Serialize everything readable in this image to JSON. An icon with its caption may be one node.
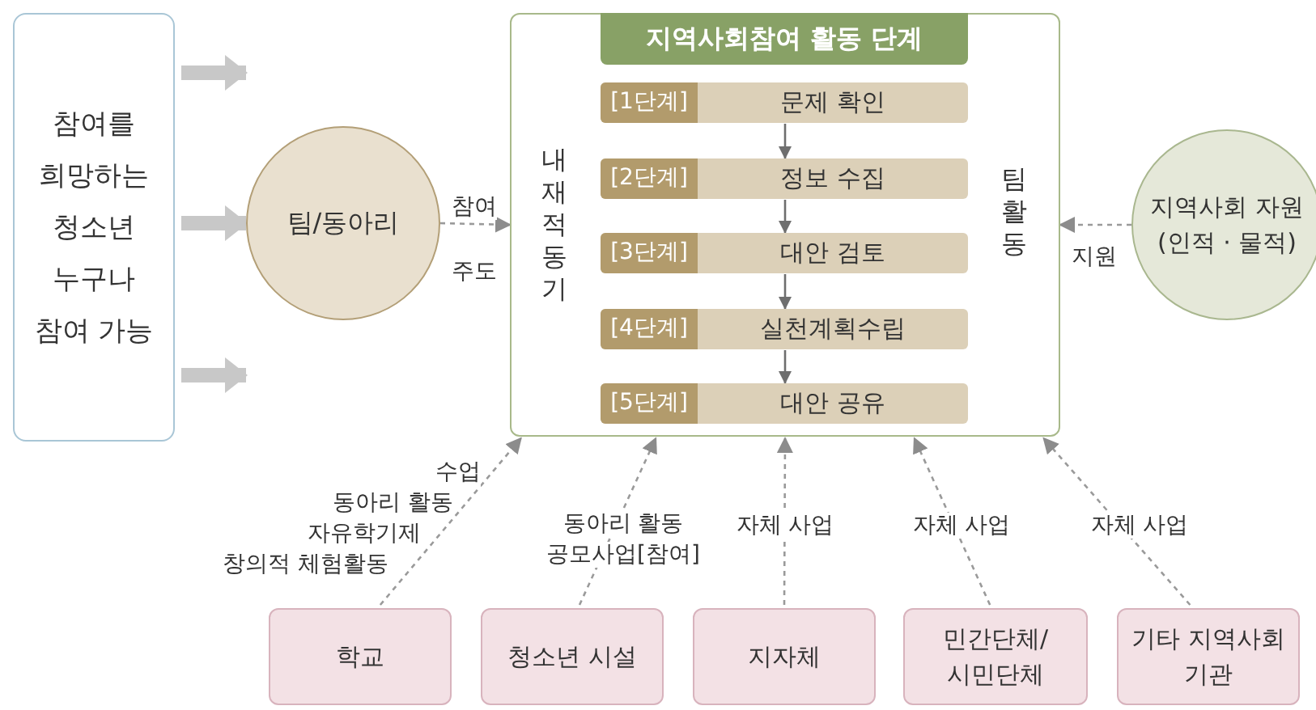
{
  "diagram": {
    "nodes": [
      {
        "text": [
          "참여를 희망하는 청소년 누구나 참여 가능"
        ]
      },
      {
        "text": [
          "팀/동아리"
        ]
      },
      {
        "text": [
          "내재적 동기",
          "팀 활동"
        ]
      },
      {
        "text": [
          "지역사회참여 활동 단계"
        ],
        "in": 2
      },
      {
        "text": [
          "[1단계]",
          "문제 확인"
        ],
        "in": 2
      },
      {
        "text": [
          "[2단계]",
          "정보 수집"
        ],
        "in": 2
      },
      {
        "text": [
          "[3단계]",
          "대안 검토"
        ],
        "in": 2
      },
      {
        "text": [
          "[4단계]",
          "실천계획수립"
        ],
        "in": 2
      },
      {
        "text": [
          "[5단계]",
          "대안 공유"
        ],
        "in": 2
      },
      {
        "text": [
          "지역사회 자원 (인적 · 물적)"
        ]
      },
      {
        "text": [
          "학교"
        ]
      },
      {
        "text": [
          "청소년 시설"
        ]
      },
      {
        "text": [
          "지자체"
        ]
      },
      {
        "text": [
          "민간단체/ 시민단체"
        ]
      },
      {
        "text": [
          "기타 지역사회 기관"
        ]
      }
    ],
    "edges": [
      {
        "from": 0,
        "to": 1,
        "arrow": "to",
        "style": "thick"
      },
      {
        "from": 0,
        "to": 1,
        "arrow": "to",
        "style": "thick"
      },
      {
        "from": 0,
        "to": 1,
        "arrow": "to",
        "style": "thick"
      },
      {
        "from": 1,
        "to": 2,
        "arrow": "to",
        "style": "dashed",
        "label": "참여 주도"
      },
      {
        "from": 9,
        "to": 2,
        "arrow": "to",
        "style": "dashed",
        "label": "지원"
      },
      {
        "from": 4,
        "to": 5,
        "arrow": "to"
      },
      {
        "from": 5,
        "to": 6,
        "arrow": "to"
      },
      {
        "from": 6,
        "to": 7,
        "arrow": "to"
      },
      {
        "from": 7,
        "to": 8,
        "arrow": "to"
      },
      {
        "from": 10,
        "to": 2,
        "arrow": "to",
        "style": "dashed"
      },
      {
        "from": 11,
        "to": 2,
        "arrow": "to",
        "style": "dashed",
        "label": "동아리 활동 공모사업[참여]"
      },
      {
        "from": 12,
        "to": 2,
        "arrow": "to",
        "style": "dashed",
        "label": "자체 사업"
      },
      {
        "from": 13,
        "to": 2,
        "arrow": "to",
        "style": "dashed",
        "label": "자체 사업"
      },
      {
        "from": 14,
        "to": 2,
        "arrow": "to",
        "style": "dashed",
        "label": "자체 사업"
      }
    ],
    "labels": [
      "수업",
      "동아리 활동",
      "자유학기제",
      "창의적 체험활동"
    ]
  }
}
